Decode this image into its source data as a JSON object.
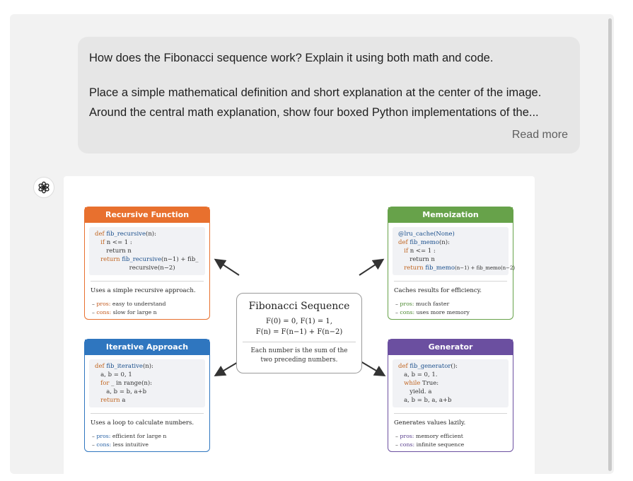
{
  "user_message": {
    "line1": "How does the Fibonacci sequence work? Explain it using both math and code.",
    "line2": "Place a simple mathematical definition and short explanation at the center of the image.",
    "line3": "Around the central math explanation, show four boxed Python implementations of the...",
    "read_more": "Read more"
  },
  "assistant": {
    "avatar_icon": "openai-logo-icon"
  },
  "diagram": {
    "center": {
      "title": "Fibonacci Sequence",
      "eq1": "F(0) = 0,  F(1) = 1,",
      "eq2": "F(n) = F(n−1) + F(n−2)",
      "note1": "Each number is the sum of the",
      "note2": "two preceding numbers."
    },
    "recursive": {
      "color": "#e8702e",
      "title": "Recursive Function",
      "c1a": "def ",
      "c1b": "fib_recursive",
      "c1c": "(n):",
      "c2a": "   if ",
      "c2b": "n <= 1 :",
      "c3": "      return n",
      "c4a": "   return ",
      "c4b": "fib_recursive",
      "c4c": "(n−1) + fib_",
      "c5": "                  recursive(n−2)",
      "desc": "Uses a simple recursive approach.",
      "pros_label": "pros:",
      "pros": "easy to understand",
      "cons_label": "cons:",
      "cons": "slow for large n"
    },
    "memo": {
      "color": "#67a24a",
      "title": "Memoization",
      "c1": "@lru_cache(None)",
      "c2a": "def ",
      "c2b": "fib_memo",
      "c2c": "(n):",
      "c3a": "   if ",
      "c3b": "n <= 1 :",
      "c4": "      return n",
      "c5a": "   return ",
      "c5b": "fib_memo",
      "c5c": "(n−1) + fib_memo(n−2)",
      "desc": "Caches results for efficiency.",
      "pros_label": "pros:",
      "pros": "much faster",
      "cons_label": "cons:",
      "cons": "uses more memory"
    },
    "iterative": {
      "color": "#2f76bf",
      "title": "Iterative Approach",
      "c1a": "def ",
      "c1b": "fib_iterative",
      "c1c": "(n):",
      "c2": "   a, b = 0, 1",
      "c3a": "   for ",
      "c3b": "_ in range(n):",
      "c4": "      a, b = b, a+b",
      "c5a": "   return ",
      "c5b": "a",
      "desc": "Uses a loop to calculate numbers.",
      "pros_label": "pros:",
      "pros": "efficient for large n",
      "cons_label": "cons:",
      "cons": "less intuitive"
    },
    "generator": {
      "color": "#6b4fa0",
      "title": "Generator",
      "c1a": "def ",
      "c1b": "fib_generator",
      "c1c": "():",
      "c2": "   a, b = 0, 1.",
      "c3a": "   while ",
      "c3b": "True:",
      "c4": "      yield. a",
      "c5": "   a, b = b, a, a+b",
      "desc": "Generates values lazily.",
      "pros_label": "pros:",
      "pros": "memory efficient",
      "cons_label": "cons:",
      "cons": "infinite sequence"
    }
  }
}
